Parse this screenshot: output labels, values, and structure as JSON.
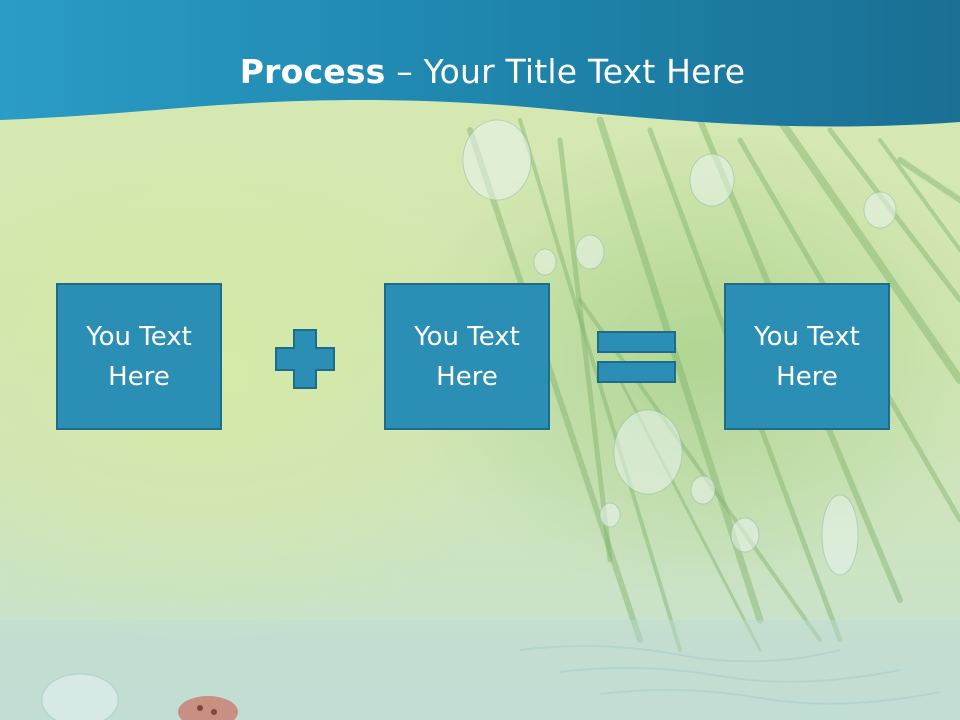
{
  "slide": {
    "title_bold": "Process",
    "title_dash": " – ",
    "title_rest": "Your Title Text Here",
    "boxes": [
      {
        "label": "You Text Here"
      },
      {
        "label": "You Text Here"
      },
      {
        "label": "You Text Here"
      }
    ],
    "operators": [
      "plus-icon",
      "equals-icon"
    ]
  },
  "colors": {
    "header": "#1f86ad",
    "box_fill": "#2b8eb5",
    "box_border": "#1e6b8a",
    "text": "#ffffff"
  }
}
